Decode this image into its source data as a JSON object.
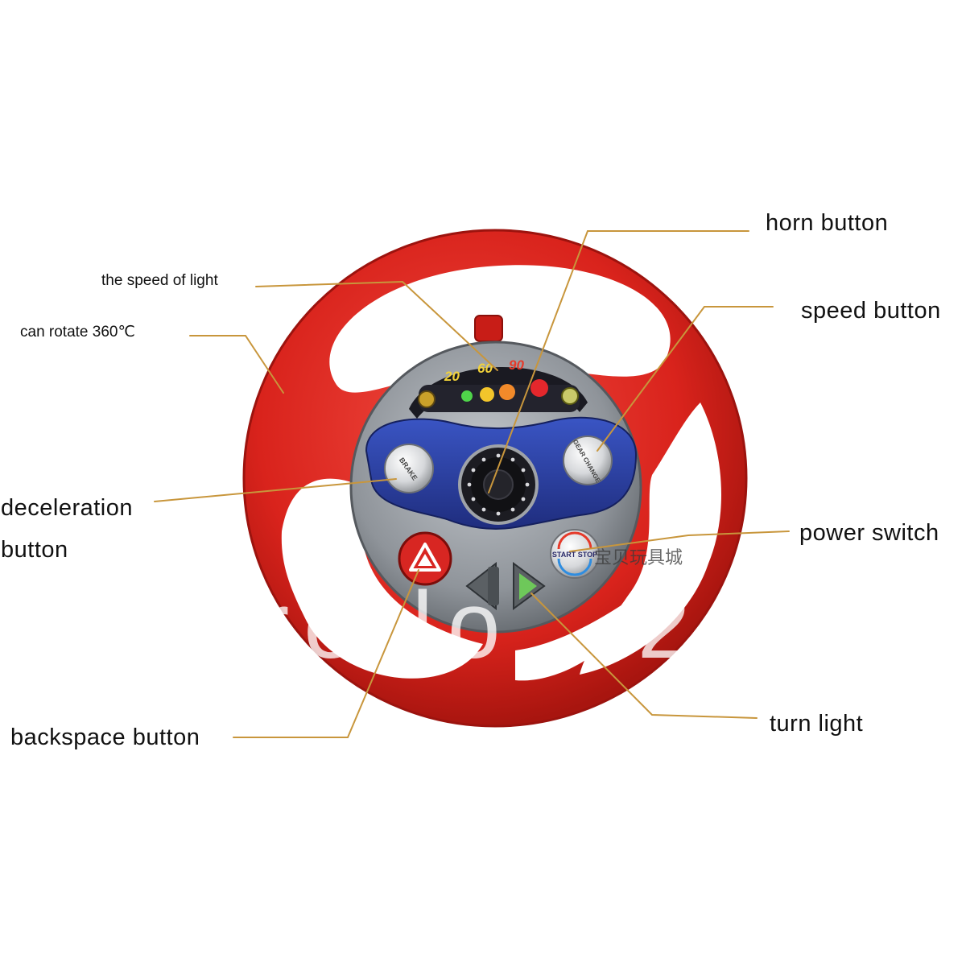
{
  "labels": {
    "horn_button": "horn button",
    "speed_of_light": "the speed of light",
    "rotate": "can rotate 360℃",
    "speed_button": "speed button",
    "deceleration_line1": "deceleration",
    "deceleration_line2": "button",
    "power_switch": "power switch",
    "backspace_button": "backspace button",
    "turn_light": "turn light"
  },
  "wheel_text": {
    "speed_20": "20",
    "speed_60": "60",
    "speed_90": "90",
    "brake": "BRAKE",
    "gear_change": "GEAR CHANGE",
    "start_stop": "START STOP",
    "brand_mark": "宝贝玩具城"
  },
  "watermark": "re  lo  . 24",
  "colors": {
    "background": "#ffffff",
    "wheel_red": "#d9231c",
    "hub_grey": "#8f949a",
    "panel_blue": "#2a3f9e",
    "callout_line": "#c8963c",
    "text": "#111111"
  }
}
